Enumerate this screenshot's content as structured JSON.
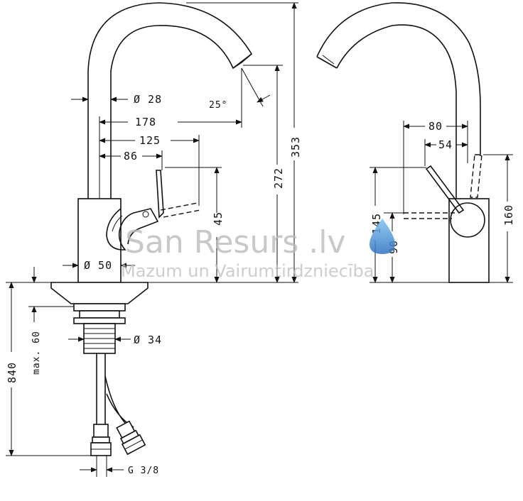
{
  "dimensions": {
    "d28": "Ø 28",
    "d178": "178",
    "d125": "125",
    "d86": "86",
    "d25": "25°",
    "d353": "353",
    "d272": "272",
    "d45": "45",
    "d50": "Ø 50",
    "d34": "Ø 34",
    "d840": "840",
    "max60": "max. 60",
    "g38": "G 3/8",
    "d80": "80",
    "d54": "54",
    "d145": "145",
    "d90": "90",
    "d160": "160"
  },
  "watermark": {
    "brand": "San Resurs .lv",
    "tagline": "Mazum un Vairumtirdzniecība",
    "drop_color": "#3f8fd6"
  }
}
